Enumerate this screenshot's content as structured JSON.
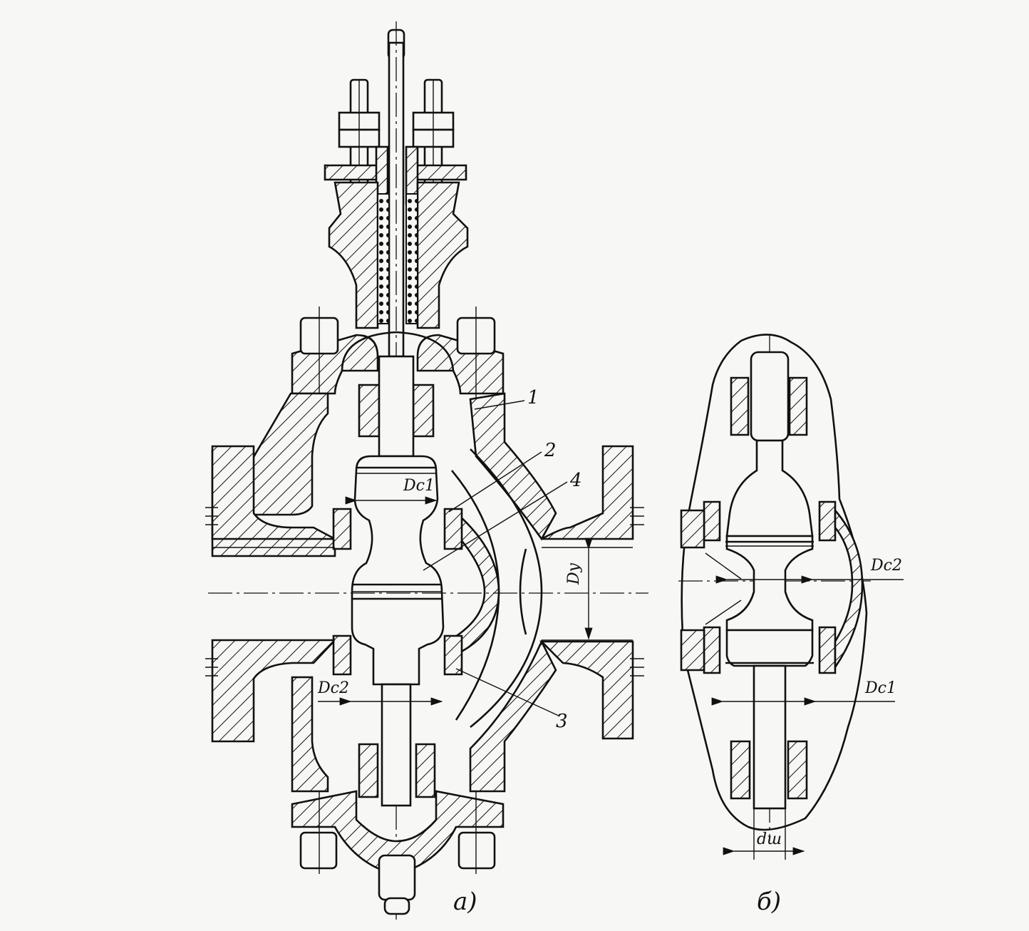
{
  "figure_a": {
    "caption": "а)",
    "callouts": [
      "1",
      "2",
      "4",
      "3"
    ],
    "dims": {
      "dc1": "Dc1",
      "dc2": "Dc2",
      "dy": "Dy"
    }
  },
  "figure_b": {
    "caption": "б)",
    "dims": {
      "dc2": "Dc2",
      "dc1": "Dc1",
      "dsh": "dш"
    }
  }
}
